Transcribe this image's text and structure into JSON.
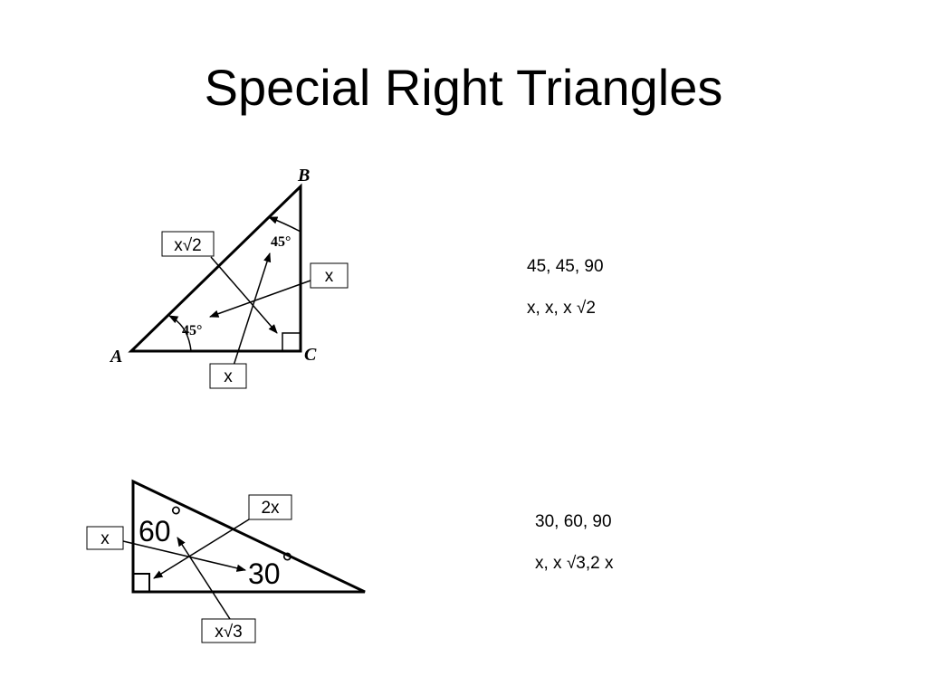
{
  "title": "Special Right Triangles",
  "triangle1": {
    "vertex_a": "A",
    "vertex_b": "B",
    "vertex_c": "C",
    "angle_a": "45°",
    "angle_b": "45°",
    "box_hypotenuse": "x√2",
    "box_vertical_leg": "x",
    "box_horizontal_leg": "x",
    "angles_text": "45, 45, 90",
    "sides_text": "x, x, x √2"
  },
  "triangle2": {
    "angle_top": "60",
    "angle_right": "30",
    "degree_mark": "°",
    "box_hypotenuse": "2x",
    "box_short_leg": "x",
    "box_long_leg": "x√3",
    "angles_text": "30, 60, 90",
    "sides_text": "x, x √3,2 x"
  }
}
